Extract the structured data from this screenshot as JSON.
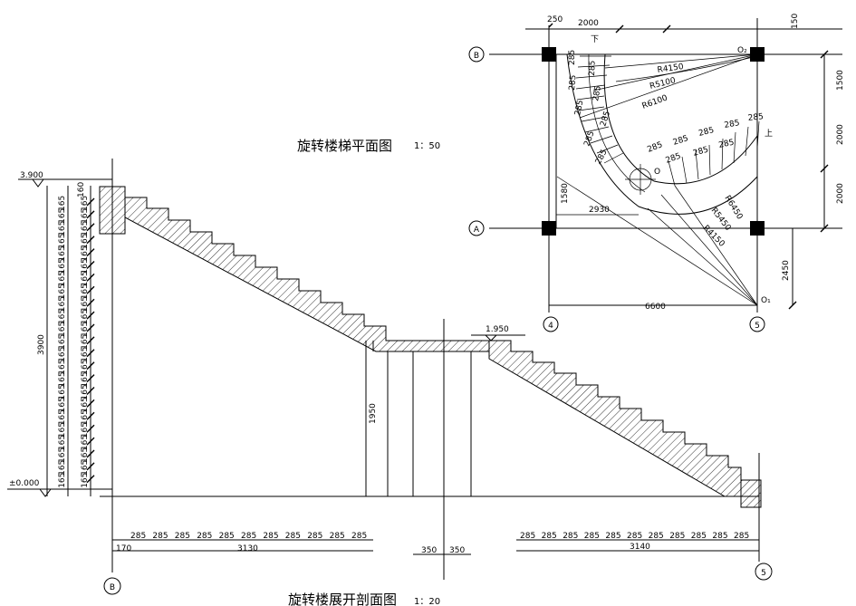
{
  "plan": {
    "title": "旋转楼梯平面图",
    "scale": "1：50",
    "top_dims": [
      "250",
      "2000"
    ],
    "right_dims": [
      "150",
      "1500",
      "2000",
      "2000"
    ],
    "bottom_dim": "6600",
    "lower_right_dim": "2450",
    "left_dims": [
      "1580",
      "2930"
    ],
    "radii": [
      "R4150",
      "R5100",
      "R6100",
      "R6450",
      "R5450",
      "R4150"
    ],
    "tread": "285",
    "center_o": "O",
    "center_o1": "O₁",
    "center_o2": "O₂",
    "up_label": "上",
    "down_label": "下",
    "axis_a": "A",
    "axis_b": "B",
    "axis_4": "4",
    "axis_5": "5"
  },
  "section": {
    "title": "旋转楼展开剖面图",
    "scale": "1：20",
    "top_level": "3.900",
    "base_level": "±0.000",
    "landing_level": "1.950",
    "total_height": "3900",
    "riser": "165",
    "top_riser": "160",
    "landing_height": "1950",
    "tread": "285",
    "dim_170": "170",
    "dim_3130": "3130",
    "dim_3140": "3140",
    "dim_350": "350",
    "axis_b": "B",
    "axis_5": "5"
  }
}
